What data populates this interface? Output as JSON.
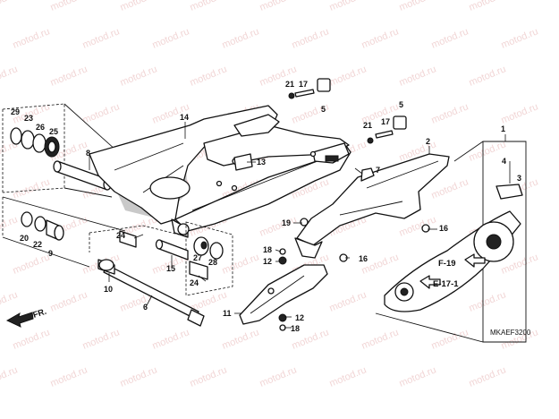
{
  "diagram": {
    "part_numbers": {
      "p1": "1",
      "p2": "2",
      "p3": "3",
      "p4": "4",
      "p5a": "5",
      "p5b": "5",
      "p6": "6",
      "p7": "7",
      "p8": "8",
      "p9": "9",
      "p10": "10",
      "p11": "11",
      "p12a": "12",
      "p12b": "12",
      "p13": "13",
      "p14": "14",
      "p15": "15",
      "p16a": "16",
      "p16b": "16",
      "p17a": "17",
      "p17b": "17",
      "p18a": "18",
      "p18b": "18",
      "p19": "19",
      "p20": "20",
      "p21a": "21",
      "p21b": "21",
      "p22": "22",
      "p23": "23",
      "p24a": "24",
      "p24b": "24",
      "p25": "25",
      "p26": "26",
      "p27": "27",
      "p28": "28",
      "p29": "29"
    },
    "references": {
      "f19": "F-19",
      "e171": "E-17-1",
      "front": "FR."
    },
    "diagram_code": "MKAEF3200",
    "watermark": "motod.ru",
    "colors": {
      "lines": "#111111",
      "watermark": "#e6b3b3",
      "shade": "#c9c9c9"
    }
  }
}
